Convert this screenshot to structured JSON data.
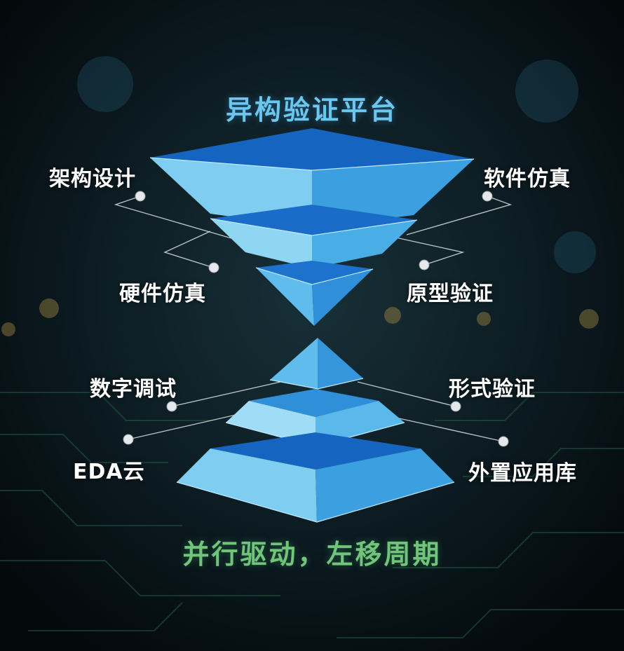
{
  "title_top": "异构验证平台",
  "title_bottom": "并行驱动，左移周期",
  "labels": {
    "arch_design": "架构设计",
    "software_sim": "软件仿真",
    "hardware_sim": "硬件仿真",
    "prototype_verify": "原型验证",
    "digital_debug": "数字调试",
    "formal_verify": "形式验证",
    "eda_cloud": "EDA云",
    "external_lib": "外置应用库"
  },
  "colors": {
    "background": "#050d12",
    "title_top": "#6cc7ee",
    "title_bottom": "#71c57a",
    "pyramid_dark": "#1565c0",
    "pyramid_mid": "#2f8fd8",
    "pyramid_light": "#8fd6f3"
  }
}
